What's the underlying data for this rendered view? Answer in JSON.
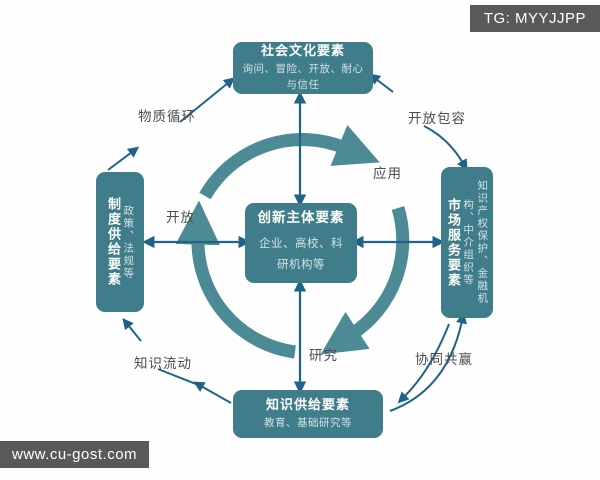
{
  "badges": {
    "tg": "TG: MYYJJPP",
    "site": "www.cu-gost.com"
  },
  "boxes": {
    "center": {
      "title": "创新主体要素",
      "subtitle": "企业、高校、科研机构等"
    },
    "top": {
      "title": "社会文化要素",
      "subtitle": "询问、冒险、开放、耐心与信任"
    },
    "left": {
      "title": "制度供给要素",
      "subtitle": "政策、法规等"
    },
    "right": {
      "title": "市场服务要素",
      "subtitle": "知识产权保护、金融机构、中介组织等"
    },
    "bottom": {
      "title": "知识供给要素",
      "subtitle": "教育、基础研究等"
    }
  },
  "labels": {
    "top_left": "物质循环",
    "top_right": "开放包容",
    "bottom_left": "知识流动",
    "bottom_right": "协同共赢",
    "cycle_left": "开放",
    "cycle_top_right": "应用",
    "cycle_bottom": "研究"
  },
  "colors": {
    "box_teal": "#3E7D89",
    "arc_teal": "#4C8A96",
    "arrow_blue": "#1E6486",
    "badge_gray": "#58595B",
    "label_gray": "#4D4D4D",
    "background": "#FEFEFE"
  }
}
